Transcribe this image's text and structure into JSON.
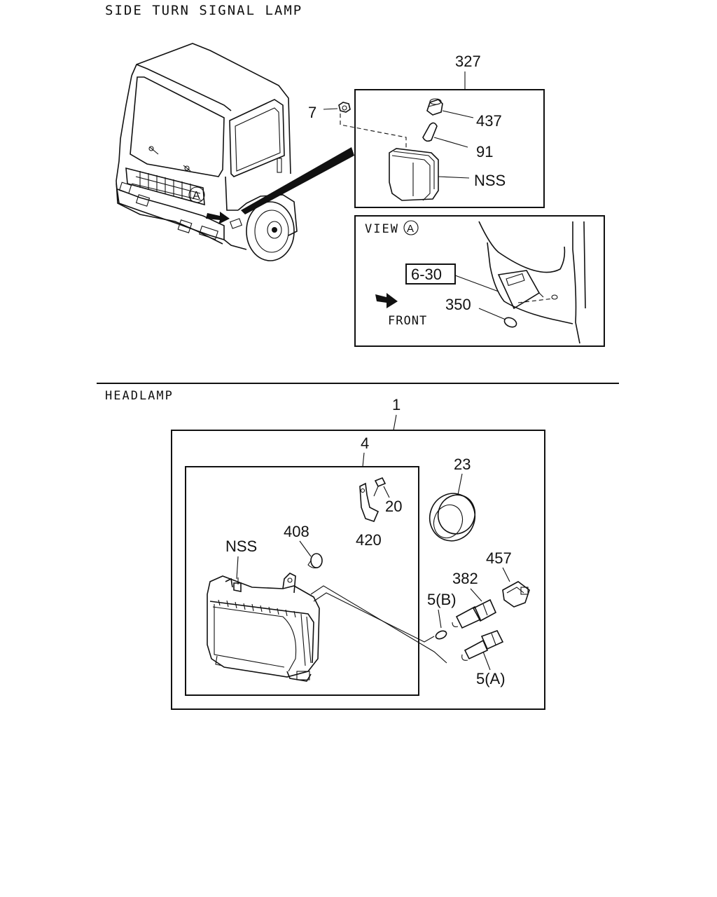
{
  "sections": {
    "side_turn": {
      "title": "SIDE TURN SIGNAL LAMP",
      "view_label": "VIEW",
      "view_marker": "A",
      "front_label": "FRONT",
      "parts": {
        "p327": "327",
        "p7": "7",
        "p437": "437",
        "p91": "91",
        "nss": "NSS",
        "p630": "6-30",
        "p350": "350"
      }
    },
    "headlamp": {
      "title": "HEADLAMP",
      "parts": {
        "p1": "1",
        "p4": "4",
        "p23": "23",
        "p20": "20",
        "p420": "420",
        "p408": "408",
        "nss": "NSS",
        "p457": "457",
        "p382": "382",
        "p5b": "5(B)",
        "p5a": "5(A)"
      }
    }
  }
}
